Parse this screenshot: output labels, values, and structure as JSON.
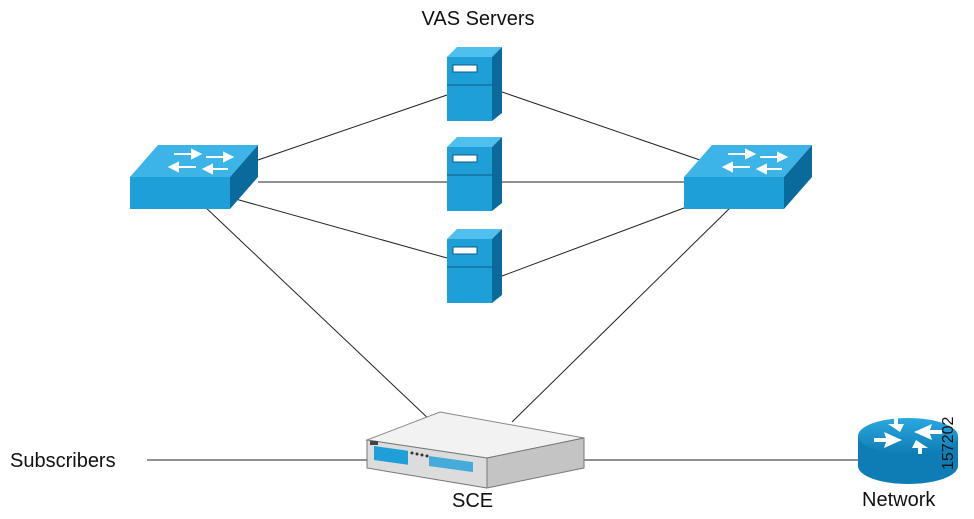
{
  "diagram": {
    "title": "VAS Servers",
    "labels": {
      "subscribers": "Subscribers",
      "sce": "SCE",
      "network": "Network",
      "figure_id": "157202"
    },
    "nodes": [
      {
        "id": "vas-server-1",
        "type": "server-icon"
      },
      {
        "id": "vas-server-2",
        "type": "server-icon"
      },
      {
        "id": "vas-server-3",
        "type": "server-icon"
      },
      {
        "id": "switch-left",
        "type": "switch-icon"
      },
      {
        "id": "switch-right",
        "type": "switch-icon"
      },
      {
        "id": "sce-device",
        "type": "sce-platform-icon"
      },
      {
        "id": "network-router",
        "type": "router-icon"
      }
    ],
    "colors": {
      "device_blue": "#1f9fd8",
      "device_dark": "#0b6a9c",
      "line": "#222222"
    }
  }
}
